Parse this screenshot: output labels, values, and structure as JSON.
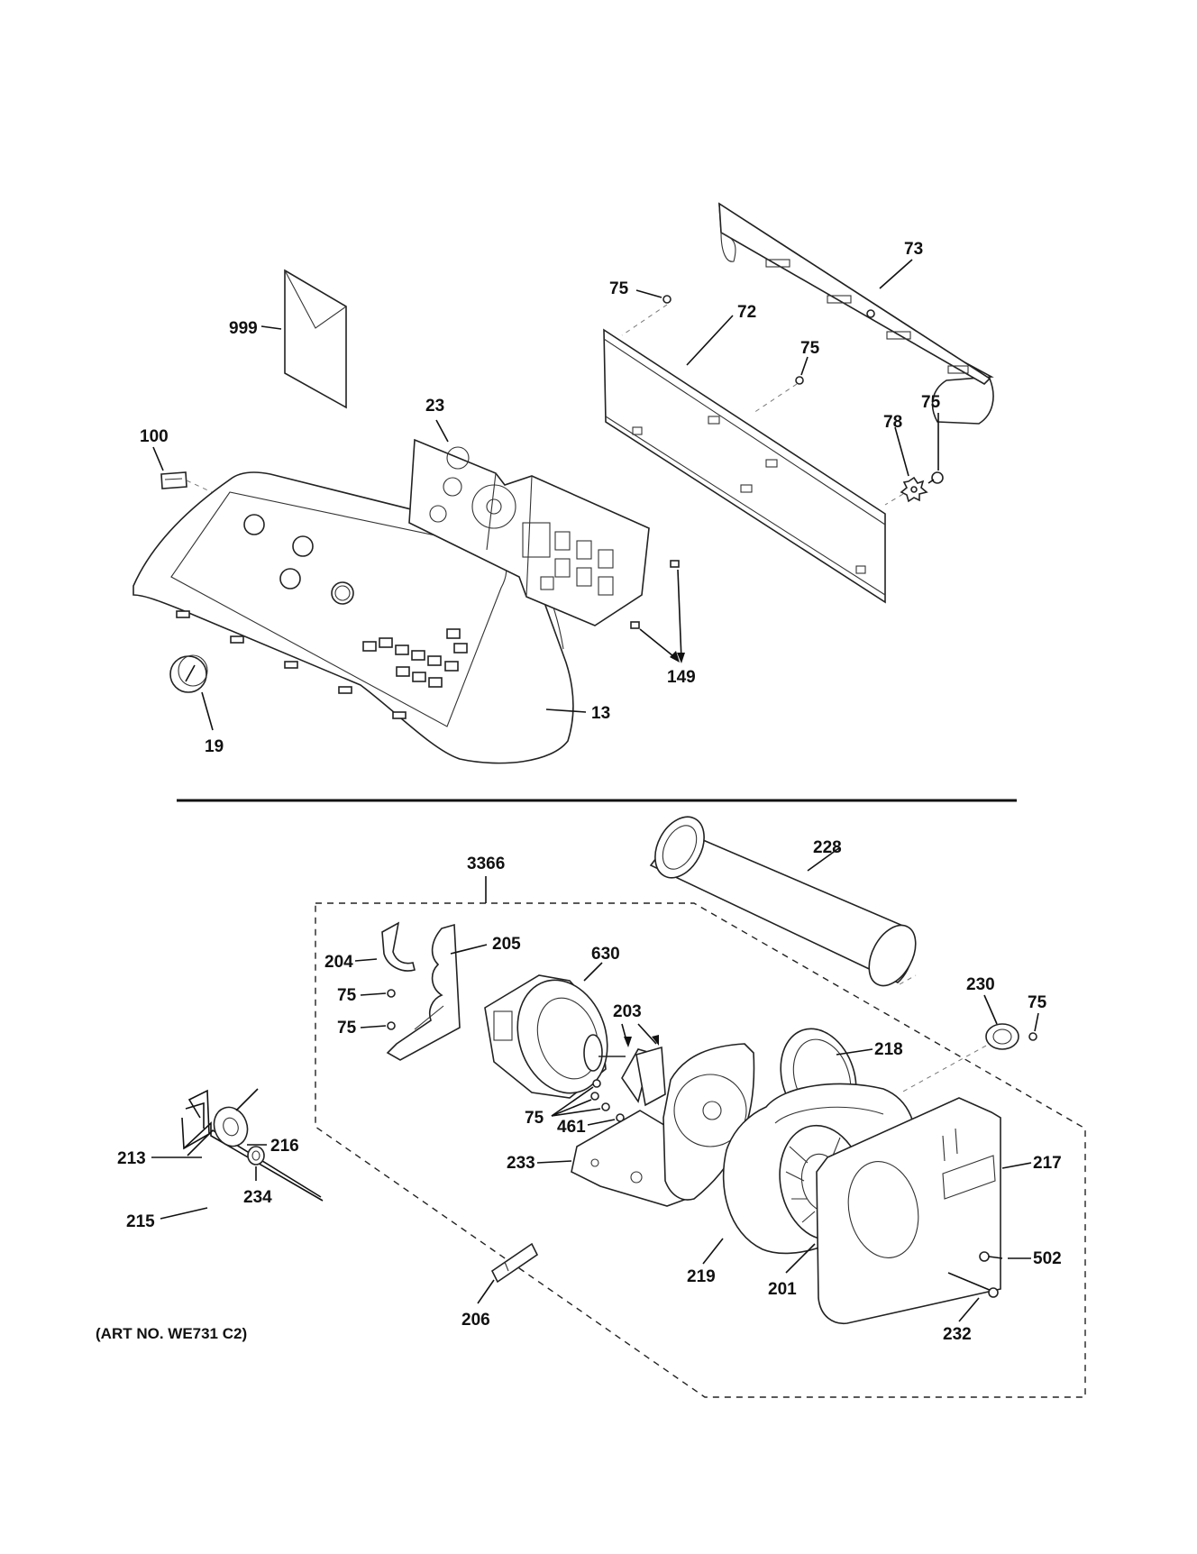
{
  "diagram": {
    "labels": {
      "l999": "999",
      "l100": "100",
      "l23": "23",
      "l73": "73",
      "l72": "72",
      "l75a": "75",
      "l75b": "75",
      "l75c": "75",
      "l78": "78",
      "l149": "149",
      "l13": "13",
      "l19": "19",
      "l228": "228",
      "l3366": "3366",
      "l204": "204",
      "l205": "205",
      "l630": "630",
      "l75d": "75",
      "l75e": "75",
      "l203": "203",
      "l230": "230",
      "l75f": "75",
      "l218": "218",
      "l75g": "75",
      "l461": "461",
      "l233": "233",
      "l217": "217",
      "l213": "213",
      "l216": "216",
      "l234": "234",
      "l215": "215",
      "l502": "502",
      "l219": "219",
      "l201": "201",
      "l206": "206",
      "l232": "232"
    },
    "art_number": "(ART NO. WE731 C2)"
  }
}
